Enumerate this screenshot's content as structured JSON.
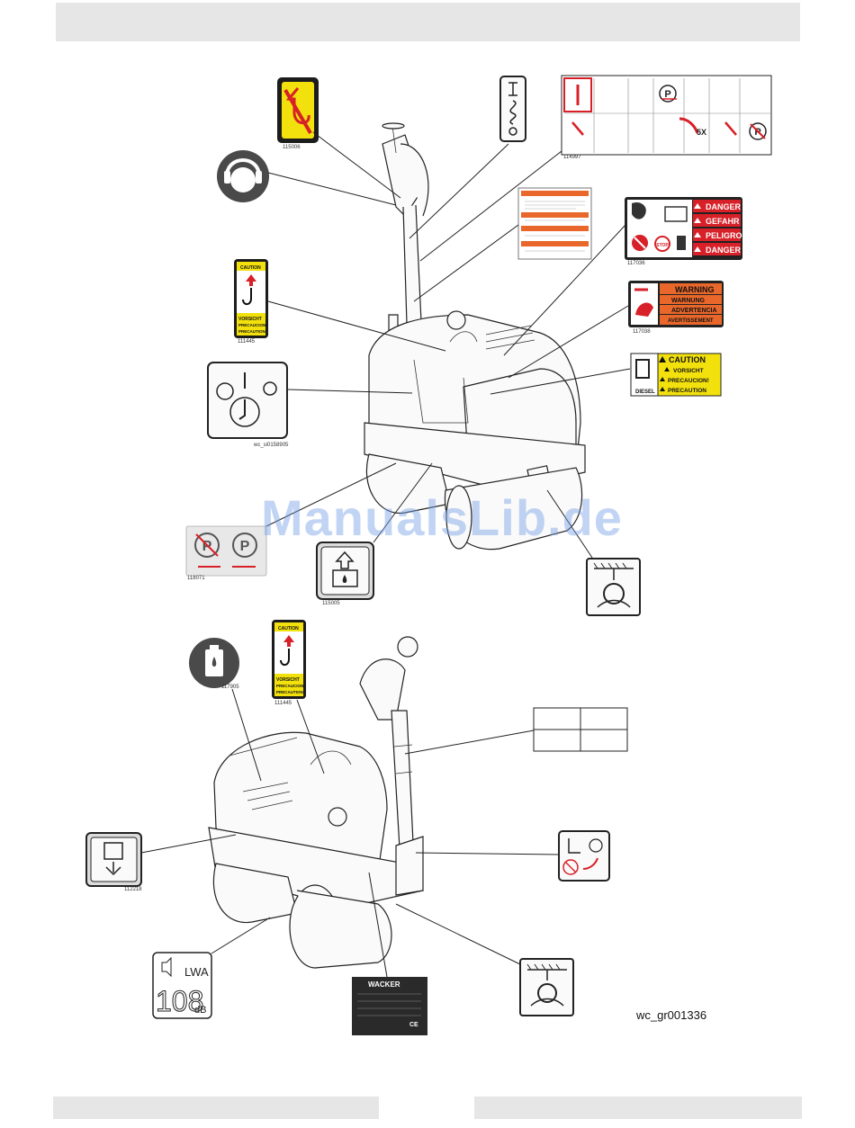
{
  "header": {
    "title": ""
  },
  "footer": {
    "left": "",
    "right": ""
  },
  "watermark": "ManualsLib.de",
  "figure_ref": "wc_gr001336",
  "decal_numbers": {
    "lift_hook": "115006",
    "start_sequence": "114997",
    "danger": "117036",
    "warning": "117038",
    "caution_hook": "111445",
    "caution_hook_2": "111445",
    "ignition": "wc_si0158905",
    "parking": "118071",
    "fill": "115005",
    "fuel_drum": "117905",
    "drain": "112218"
  },
  "decals": {
    "danger_lines": [
      "DANGER",
      "GEFAHR",
      "PELIGRO",
      "DANGER"
    ],
    "warning_lines": [
      "WARNING",
      "WARNUNG",
      "ADVERTENCIA",
      "AVERTISSEMENT"
    ],
    "caution_diesel_lines": [
      "CAUTION",
      "VORSICHT",
      "PRECAUCION!",
      "PRECAUTION"
    ],
    "diesel_label": "DIESEL",
    "caution_hook_lines": [
      "CAUTION",
      "VORSICHT",
      "PRECAUCION",
      "PRECAUTION"
    ],
    "stop_label": "STOP",
    "five_x": "5X",
    "wacker": "WACKER",
    "lwa": "LWA",
    "lwa_value": "108",
    "lwa_unit": "dB",
    "ce": "CE"
  },
  "colors": {
    "yellow": "#f2e10d",
    "red": "#d72028",
    "orange": "#e9672a",
    "dark_gray": "#444444"
  }
}
